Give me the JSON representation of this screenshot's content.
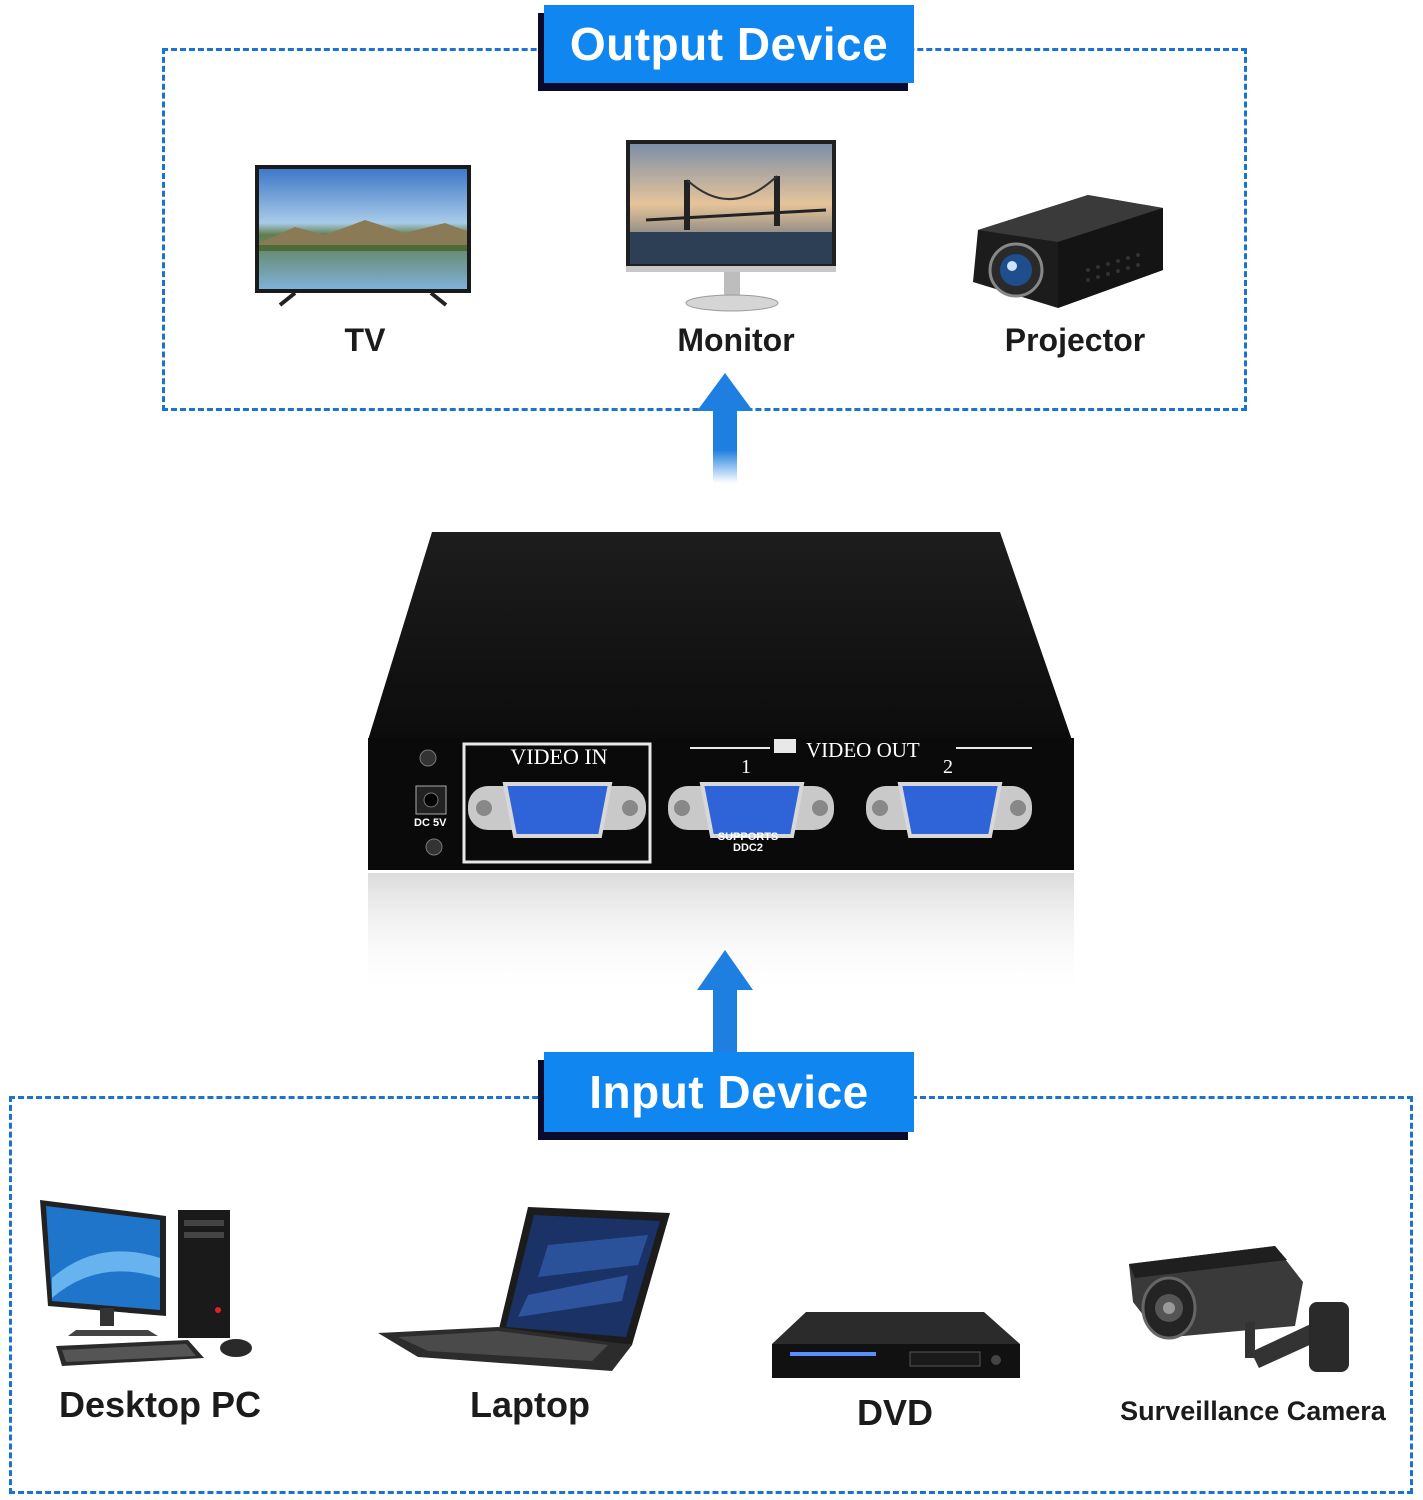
{
  "output_group": {
    "title": "Output Device",
    "devices": [
      {
        "label": "TV",
        "icon": "tv-icon"
      },
      {
        "label": "Monitor",
        "icon": "monitor-icon"
      },
      {
        "label": "Projector",
        "icon": "projector-icon"
      }
    ]
  },
  "input_group": {
    "title": "Input Device",
    "devices": [
      {
        "label": "Desktop PC",
        "icon": "desktop-pc-icon"
      },
      {
        "label": "Laptop",
        "icon": "laptop-icon"
      },
      {
        "label": "DVD",
        "icon": "dvd-player-icon"
      },
      {
        "label": "Surveillance Camera",
        "icon": "surveillance-camera-icon"
      }
    ]
  },
  "splitter": {
    "video_in_label": "VIDEO IN",
    "video_out_label": "VIDEO OUT",
    "port_1": "1",
    "port_2": "2",
    "supports_line1": "SUPPORTS",
    "supports_line2": "DDC2",
    "power_line1": "DC",
    "power_line2": "5V"
  },
  "colors": {
    "accent_blue": "#0f86f0",
    "frame_dash": "#1a73d1",
    "arrow_blue": "#1e7fe0",
    "device_body": "#111111",
    "port_blue": "#2f63d8"
  }
}
